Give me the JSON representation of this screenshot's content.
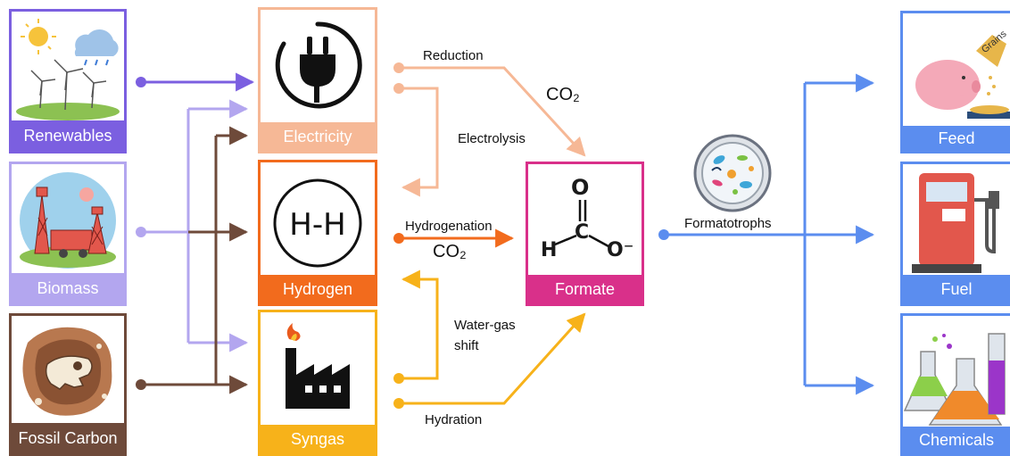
{
  "sources": [
    {
      "label": "Renewables",
      "color": "#7b5fe0"
    },
    {
      "label": "Biomass",
      "color": "#b3a6ef"
    },
    {
      "label": "Fossil Carbon",
      "color": "#6e4a3a"
    }
  ],
  "carriers": [
    {
      "label": "Electricity",
      "color": "#f6b896"
    },
    {
      "label": "Hydrogen",
      "color": "#f26b1d",
      "symbol": "H-H"
    },
    {
      "label": "Syngas",
      "color": "#f7b21a"
    }
  ],
  "product": {
    "label": "Formate",
    "color": "#d9308a"
  },
  "outputs": [
    {
      "label": "Feed",
      "color": "#5b8def"
    },
    {
      "label": "Fuel",
      "color": "#5b8def"
    },
    {
      "label": "Chemicals",
      "color": "#5b8def"
    }
  ],
  "edges": {
    "reduction": "Reduction",
    "co2_top": "CO₂",
    "electrolysis": "Electrolysis",
    "hydrogenation": "Hydrogenation",
    "co2_mid": "CO₂",
    "water_gas_1": "Water-gas",
    "water_gas_2": "shift",
    "hydration": "Hydration",
    "formatotrophs": "Formatotrophs"
  },
  "molecule": {
    "o_top": "O",
    "h": "H",
    "c": "C",
    "o_minus": "O⁻"
  },
  "grains_text": "Grains"
}
